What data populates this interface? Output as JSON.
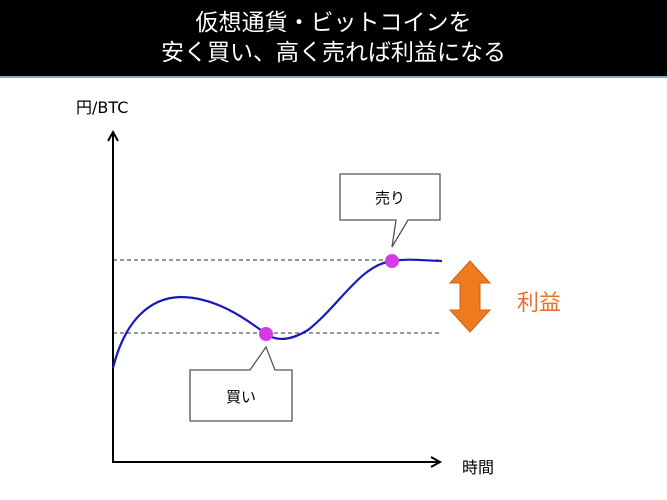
{
  "header": {
    "title_line1": "仮想通貨・ビットコインを",
    "title_line2": "安く買い、高く売れば利益になる"
  },
  "diagram": {
    "y_axis_label": "円/BTC",
    "x_axis_label": "時間",
    "sell_label": "売り",
    "buy_label": "買い",
    "profit_label": "利益",
    "colors": {
      "curve": "#1a1ab8",
      "points": "#d63ae8",
      "profit": "#e8712a",
      "header_bg": "#000000"
    }
  },
  "chart_data": {
    "type": "line",
    "title": "仮想通貨・ビットコインを安く買い、高く売れば利益になる",
    "xlabel": "時間",
    "ylabel": "円/BTC",
    "annotations": [
      {
        "label": "買い",
        "position": "local minimum",
        "note": "buy at low price (lower dashed line)"
      },
      {
        "label": "売り",
        "position": "high point",
        "note": "sell at high price (upper dashed line)"
      },
      {
        "label": "利益",
        "note": "difference between sell and buy price"
      }
    ],
    "grid": false
  }
}
